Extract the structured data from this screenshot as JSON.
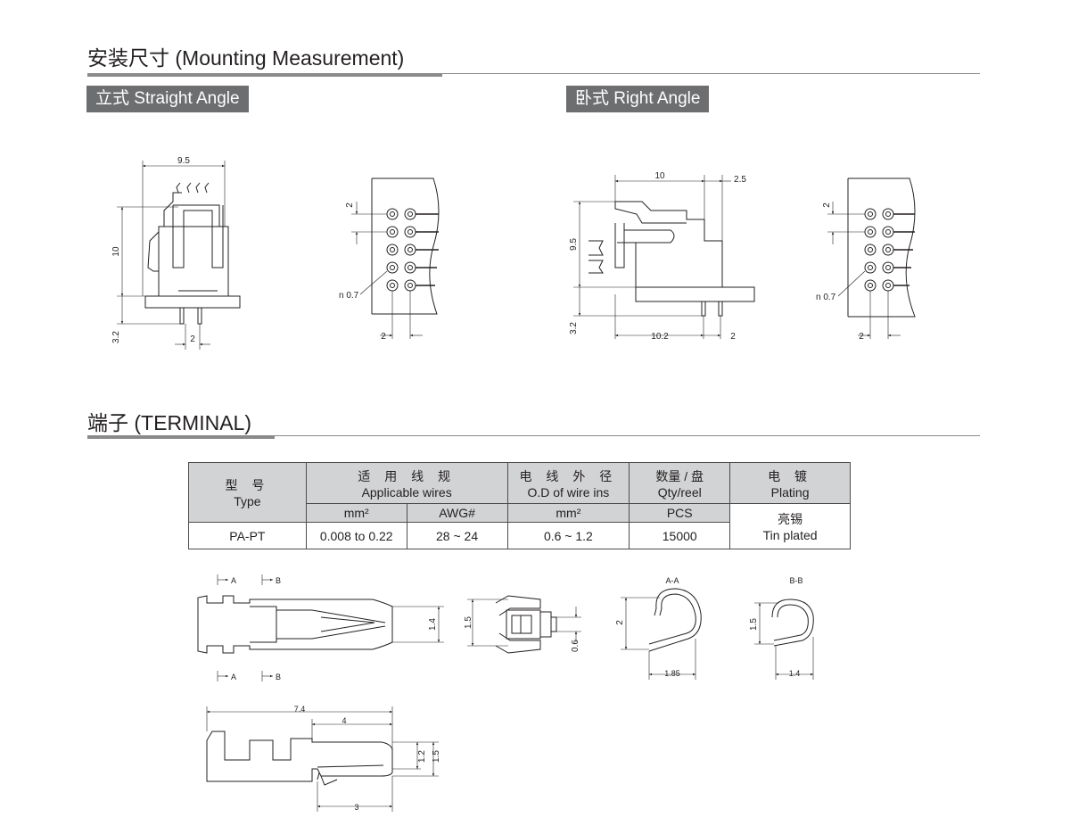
{
  "mounting": {
    "title": "安装尺寸  (Mounting Measurement)",
    "straight_badge": "立式 Straight Angle",
    "right_badge": "卧式 Right Angle"
  },
  "straight_side": {
    "width": "9.5",
    "height": "10",
    "pin_len": "3.2",
    "pitch": "2"
  },
  "straight_pcb": {
    "pitch_v": "2",
    "hole": "n 0.7",
    "pitch_h": "2"
  },
  "right_side": {
    "width": "10",
    "offset": "2.5",
    "height": "9.5",
    "pin_len": "3.2",
    "base": "10.2",
    "pitch": "2"
  },
  "right_pcb": {
    "pitch_v": "2",
    "hole": "n 0.7",
    "pitch_h": "2"
  },
  "terminal": {
    "title": "端子  (TERMINAL)"
  },
  "table": {
    "type_cn": "型 号",
    "type_en": "Type",
    "wires_cn": "适 用 线 规",
    "wires_en": "Applicable wires",
    "od_cn": "电 线 外 径",
    "od_en": "O.D of wire ins",
    "qty_cn": "数量 / 盘",
    "qty_en": "Qty/reel",
    "plating_cn": "电 镀",
    "plating_en": "Plating",
    "unit_mm2": "mm²",
    "unit_awg": "AWG#",
    "unit_mm2_b": "mm²",
    "unit_pcs": "PCS",
    "plating_val_cn": "亮锡",
    "plating_val_en": "Tin plated",
    "row": {
      "type": "PA-PT",
      "mm2": "0.008 to 0.22",
      "awg": "28 ~ 24",
      "od": "0.6 ~ 1.2",
      "qty": "15000"
    }
  },
  "term_top": {
    "sec_a": "A",
    "sec_b": "B",
    "h": "1.4"
  },
  "term_end": {
    "h1": "1.5",
    "h2": "0.6"
  },
  "section_aa": {
    "label": "A-A",
    "h": "2",
    "w": "1.85"
  },
  "section_bb": {
    "label": "B-B",
    "h": "1.5",
    "w": "1.4"
  },
  "term_side": {
    "total": "7.4",
    "part": "4",
    "bottom": "3",
    "h1": "1.2",
    "h2": "1.5"
  }
}
